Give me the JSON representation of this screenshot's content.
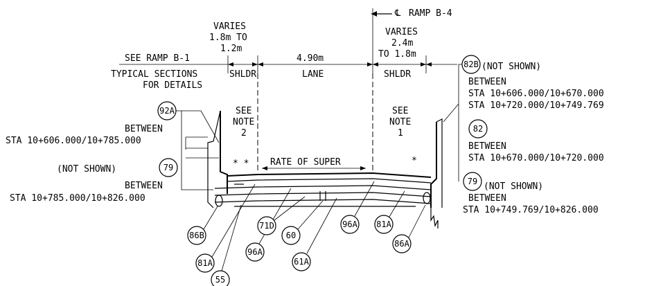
{
  "labels": {
    "ramp_b4": "RAMP B-4",
    "cl_symbol": "℄",
    "varies_left": "VARIES",
    "varies_left_range1": "1.8m TO",
    "varies_left_range2": "1.2m",
    "varies_right": "VARIES",
    "varies_right_range1": "2.4m",
    "varies_right_range2": "TO 1.8m",
    "lane_width": "4.90m",
    "see_ramp_b1": "SEE RAMP B-1",
    "typical_sections": "TYPICAL SECTIONS",
    "for_details": "FOR DETAILS",
    "shldr_left": "SHLDR",
    "lane": "LANE",
    "shldr_right": "SHLDR",
    "see_note_left1": "SEE",
    "see_note_left2": "NOTE",
    "see_note_left3": "2",
    "see_note_right1": "SEE",
    "see_note_right2": "NOTE",
    "see_note_right3": "1",
    "rate_of_super": "RATE OF SUPER",
    "asterisks_left": "* *",
    "asterisk_right": "*"
  },
  "left_callouts": {
    "c92a": "92A",
    "between1": "BETWEEN",
    "sta1": "STA 10+606.000/10+785.000",
    "not_shown": "(NOT SHOWN)",
    "c79": "79",
    "between2": "BETWEEN",
    "sta2": "STA 10+785.000/10+826.000"
  },
  "right_callouts": {
    "c82b": "82B",
    "not_shown1": "(NOT SHOWN)",
    "between1": "BETWEEN",
    "sta1a": "STA 10+606.000/10+670.000",
    "sta1b": "STA 10+720.000/10+749.769",
    "c82": "82",
    "between2": "BETWEEN",
    "sta2": "STA 10+670.000/10+720.000",
    "c79": "79",
    "not_shown2": "(NOT SHOWN)",
    "between3": "BETWEEN",
    "sta3": "STA 10+749.769/10+826.000"
  },
  "bottom_callouts": {
    "c86b": "86B",
    "c81a_left": "81A",
    "c55": "55",
    "c96a_left": "96A",
    "c71d": "71D",
    "c60": "60",
    "c61a": "61A",
    "c96a_right": "96A",
    "c81a_right": "81A",
    "c86a": "86A"
  }
}
